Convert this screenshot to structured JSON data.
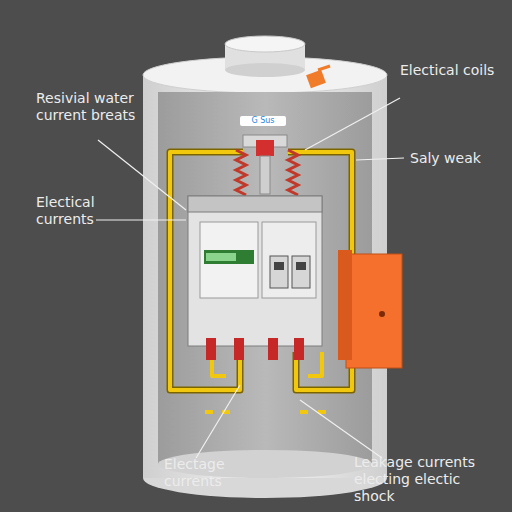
{
  "diagram": {
    "labels": [
      "Resivial water current breats",
      "Electical coils",
      "Saly weak",
      "Electical currents",
      "G Sus",
      "Leakage currents electing electic shock",
      "Electage currents"
    ]
  }
}
